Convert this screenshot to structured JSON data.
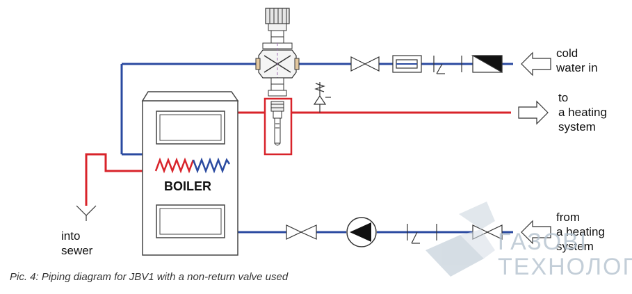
{
  "labels": {
    "cold_water": [
      "cold",
      "water in"
    ],
    "to_heating": [
      "to",
      "a heating",
      "system"
    ],
    "from_heating": [
      "from",
      "a heating",
      "system"
    ],
    "sewer": [
      "into",
      "sewer"
    ],
    "boiler": "BOILER"
  },
  "caption": "Pic. 4: Piping diagram for JBV1 with a non-return valve used",
  "watermark": {
    "line1": "ГАЗОВІ",
    "line2": "ТЕХНОЛОГІЇ"
  },
  "colors": {
    "cold_pipe": "#2a4aa0",
    "hot_pipe": "#d8232a",
    "outline": "#333333",
    "watermark": "#b5c3cf"
  }
}
